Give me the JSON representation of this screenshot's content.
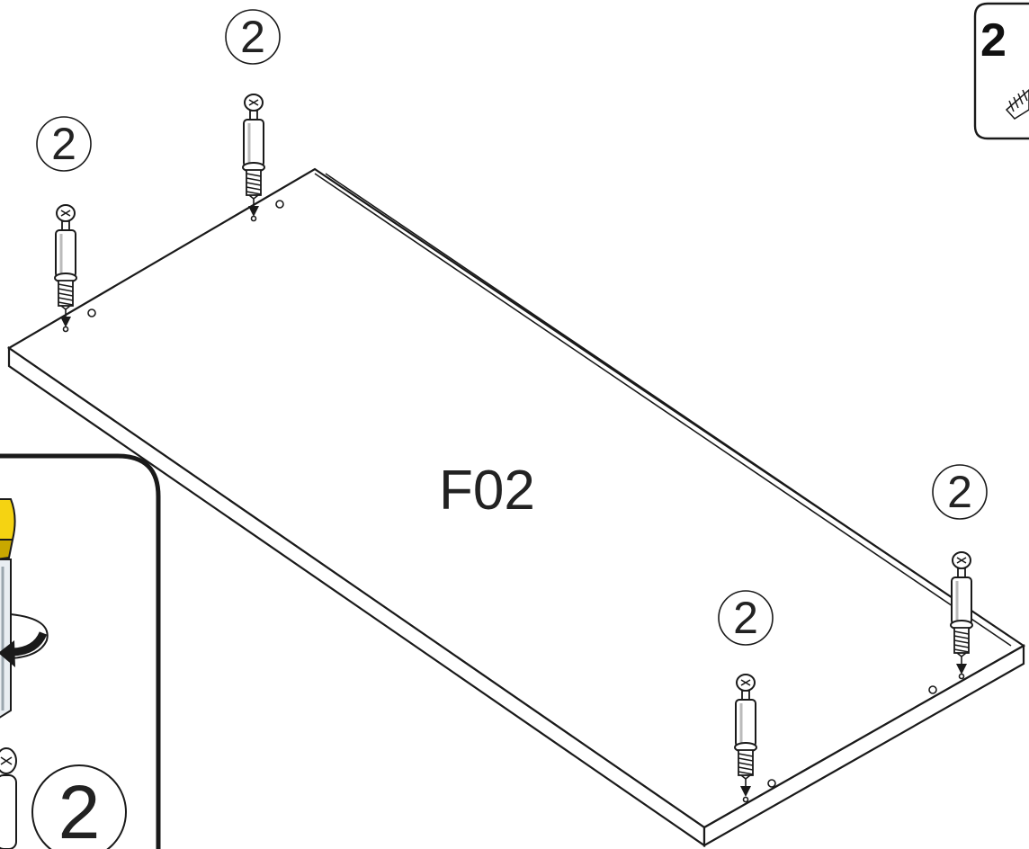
{
  "panel": {
    "label": "F02"
  },
  "callouts": [
    {
      "number": "2"
    },
    {
      "number": "2"
    },
    {
      "number": "2"
    },
    {
      "number": "2"
    }
  ],
  "parts_box": {
    "quantity": "2"
  },
  "detail_box": {
    "number": "2"
  },
  "colors": {
    "line": "#1a1a1a",
    "handle_yellow": "#f5d312",
    "handle_dark": "#c9a800",
    "background": "#ffffff"
  }
}
